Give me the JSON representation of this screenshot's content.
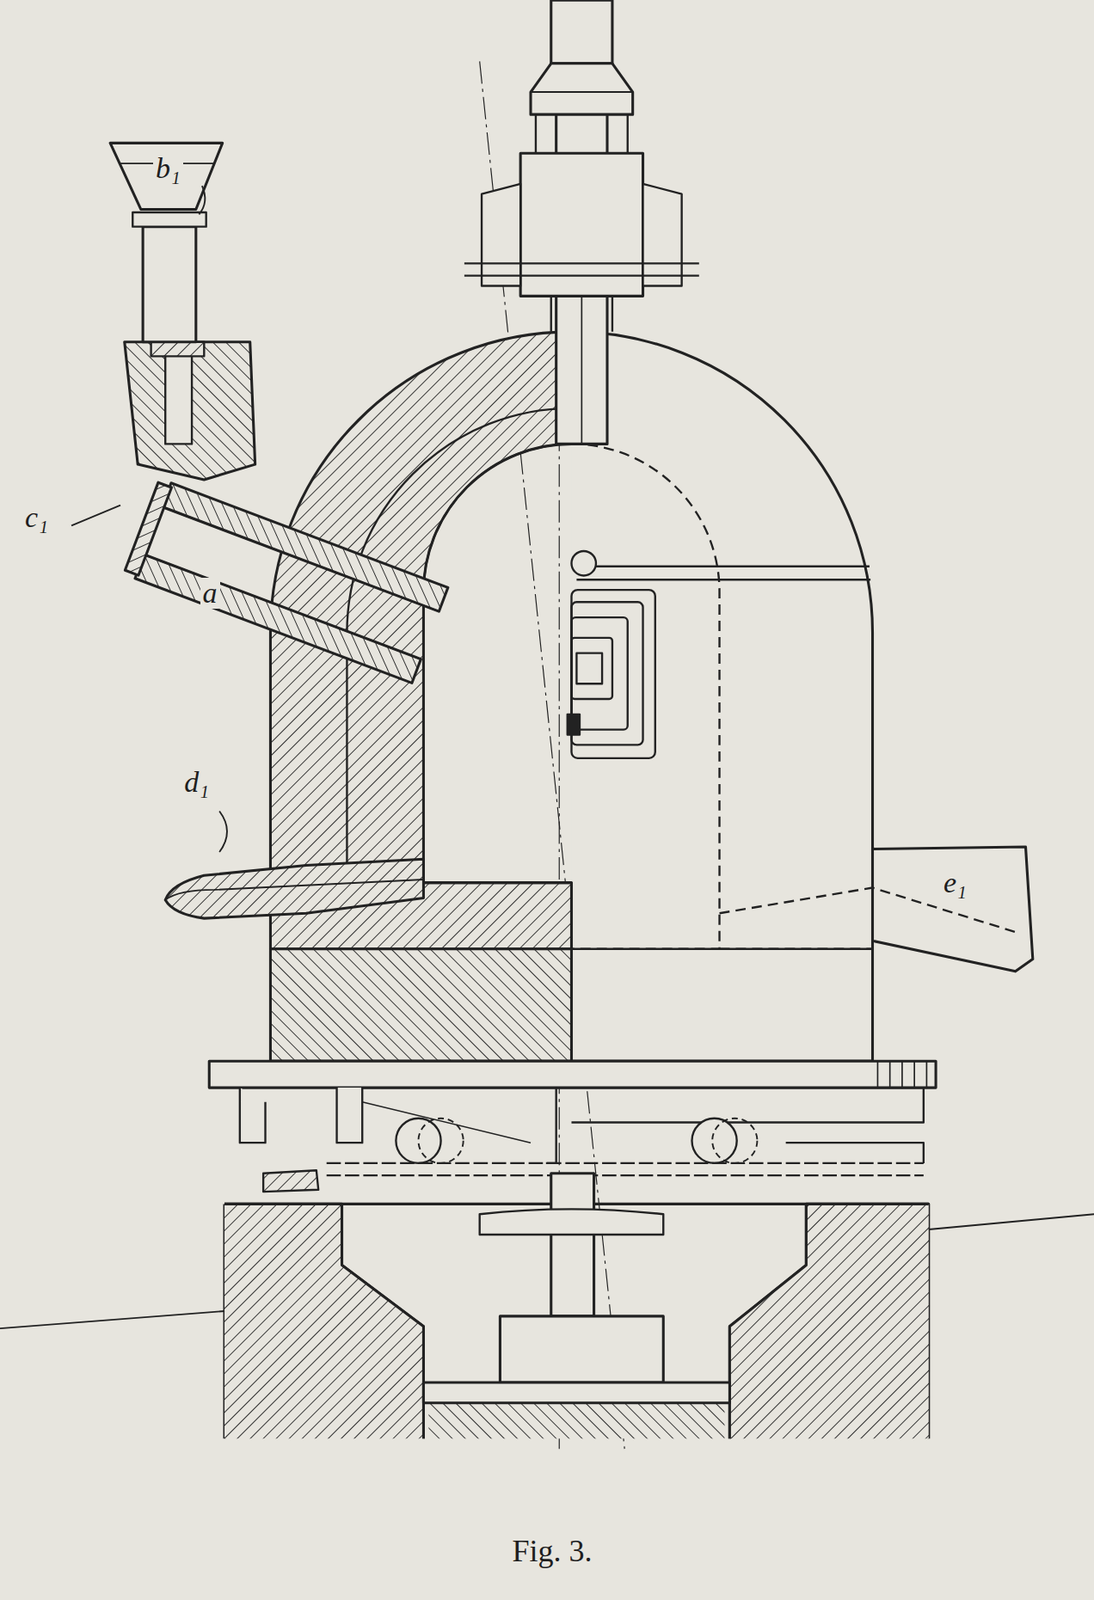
{
  "diagram": {
    "caption": "Fig. 3.",
    "labels": [
      "b₁",
      "c₁",
      "a",
      "d₁",
      "e₁"
    ]
  }
}
